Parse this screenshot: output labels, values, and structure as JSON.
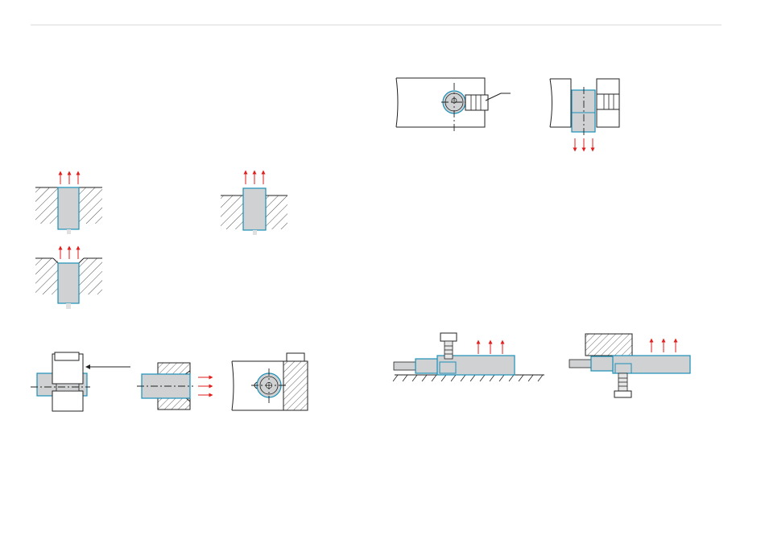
{
  "page": {
    "background": "#ffffff",
    "rule_color": "#d9d9d9"
  },
  "colors": {
    "component_fill": "#cfd1d3",
    "component_outline": "#1b8fb8",
    "force_arrow": "#e01e1e",
    "line": "#222222"
  },
  "figures": [
    {
      "id": "clamp-bore-with-screw",
      "caption": ""
    },
    {
      "id": "clamp-split-block",
      "caption": ""
    },
    {
      "id": "bore-mounted-sensor-flush",
      "caption": ""
    },
    {
      "id": "bore-mounted-sensor-protruding",
      "caption": ""
    },
    {
      "id": "bore-mounted-sensor-recessed",
      "caption": ""
    },
    {
      "id": "clamped-with-lever",
      "caption": ""
    },
    {
      "id": "clamped-in-jaws",
      "caption": ""
    },
    {
      "id": "clamped-in-cylinder-bore",
      "caption": ""
    },
    {
      "id": "clamped-on-rail-from-top",
      "caption": ""
    },
    {
      "id": "clamped-on-rail-from-bottom",
      "caption": ""
    }
  ]
}
